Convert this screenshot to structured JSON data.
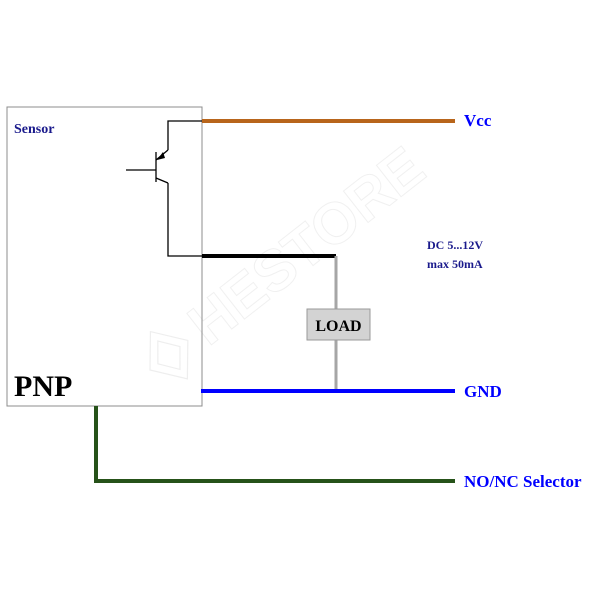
{
  "sensor": {
    "title": "Sensor",
    "type_label": "PNP"
  },
  "wires": {
    "vcc": {
      "label": "Vcc",
      "color": "#b8651b"
    },
    "output": {
      "color": "#000000"
    },
    "gnd": {
      "label": "GND",
      "color": "#0000ff"
    },
    "selector": {
      "label": "NO/NC Selector",
      "color": "#265219"
    }
  },
  "load": {
    "label": "LOAD",
    "fill": "#d3d3d3",
    "lead_color": "#a6a6a6"
  },
  "spec": {
    "line1": "DC 5...12V",
    "line2": "max 50mA"
  },
  "label_colors": {
    "primary": "#0000ff",
    "sensor": "#1a1a8c",
    "spec": "#1a1a8c",
    "pnp": "#000000"
  },
  "watermark": {
    "text": "HESTORE"
  }
}
